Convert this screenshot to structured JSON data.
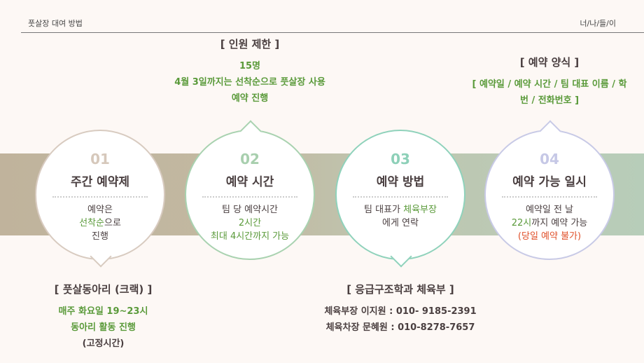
{
  "header": {
    "left": "풋살장 대여 방법",
    "right": "너/나/들/이"
  },
  "steps": [
    {
      "num": "01",
      "title": "주간 예약제",
      "lines": [
        "예약은",
        "선착순",
        "으로",
        "진행"
      ]
    },
    {
      "num": "02",
      "title": "예약 시간",
      "lines": [
        "팀 당 예약시간",
        "2시간",
        "최대 4시간까지 가능"
      ]
    },
    {
      "num": "03",
      "title": "예약 방법",
      "lines": [
        "팀 대표가 ",
        "체육부장",
        "에게 연락"
      ]
    },
    {
      "num": "04",
      "title": "예약 가능 일시",
      "lines": [
        "예약일 전 날",
        "22시",
        "까지 예약 가능",
        "(당일 예약 불가)"
      ]
    }
  ],
  "notes": {
    "club": {
      "title": "[ 풋살동아리 (크랙) ]",
      "lines": [
        "매주 화요일 19~23시",
        "동아리 활동 진행",
        "(고정시간)"
      ]
    },
    "limit": {
      "title": "[ 인원 제한 ]",
      "lines": [
        "15명",
        "4월 3일까지는 선착순으로 풋살장 사용",
        "예약 진행"
      ]
    },
    "contact": {
      "title": "[ 응급구조학과 체육부 ]",
      "lines": [
        "체육부장 이지원 : 010- 9185-2391",
        "체육차장 문혜원 : 010-8278-7657"
      ]
    },
    "form": {
      "title": "[ 예약 양식 ]",
      "lines": [
        "[ 예약일 / 예약 시간 / 팀 대표 이름 / 학",
        "번 / 전화번호 ]"
      ]
    }
  },
  "colors": {
    "green": "#5a9a3a",
    "red": "#e0502a"
  }
}
